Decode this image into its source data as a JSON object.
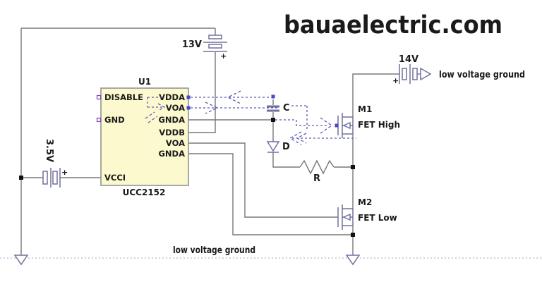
{
  "title": {
    "text": "bauaelectric.com"
  },
  "ic": {
    "designator": "U1",
    "part": "UCC2152",
    "left_pins": [
      "DISABLE",
      "GND",
      "VCCI"
    ],
    "right_pins": [
      "VDDA",
      "VOA",
      "GNDA",
      "VDDB",
      "VOA",
      "GNDA"
    ]
  },
  "components": {
    "battery_13v": {
      "label": "13V",
      "plus": "+"
    },
    "battery_3v5": {
      "label": "3.5V",
      "plus": "+"
    },
    "battery_14v": {
      "label": "14V",
      "plus": "+"
    },
    "capacitor": {
      "label": "C"
    },
    "diode": {
      "label": "D"
    },
    "resistor": {
      "label": "R"
    },
    "mosfet_high": {
      "designator": "M1",
      "caption": "FET High"
    },
    "mosfet_low": {
      "designator": "M2",
      "caption": "FET Low"
    }
  },
  "annotations": {
    "ground_right": "low voltage ground",
    "ground_bottom": "low voltage ground"
  },
  "colors": {
    "title_blue": "#0000cc",
    "ground_blue": "#1a1ab8",
    "ic_fill": "#fcf9cf",
    "wire_gray": "#787878",
    "symbol_slate": "#70709e",
    "annotation_blue": "#5c5cb2"
  }
}
